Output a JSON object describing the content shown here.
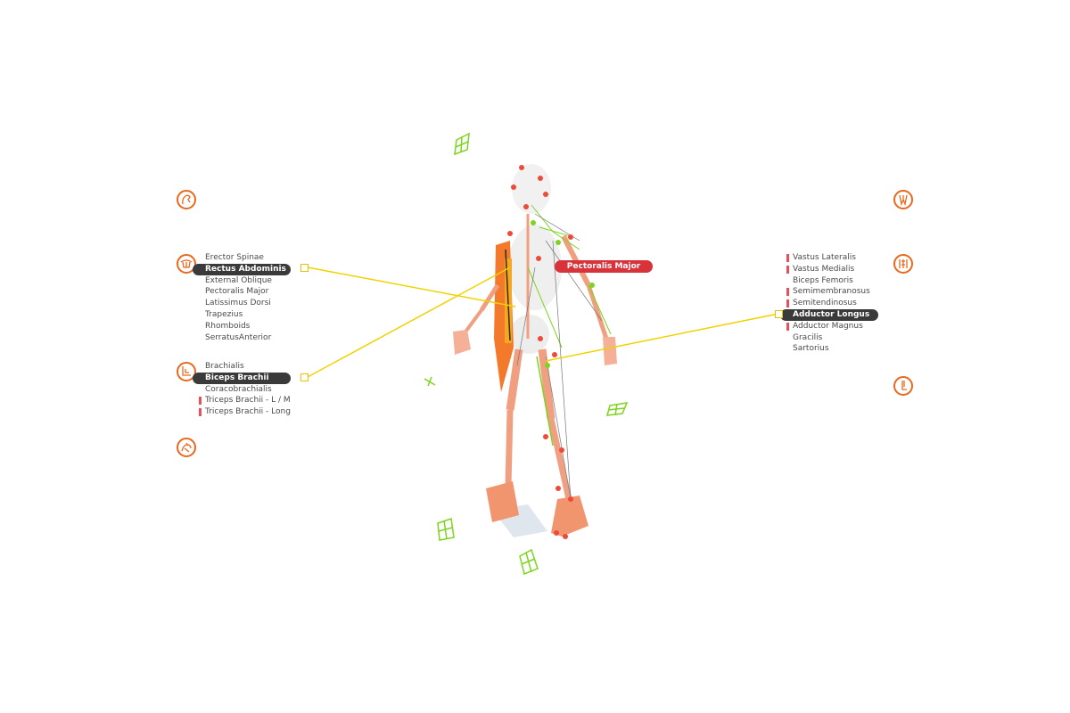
{
  "left_panel": {
    "torso_list": [
      {
        "label": "Erector Spinae",
        "flag": false,
        "selected": false
      },
      {
        "label": "Rectus Abdominis",
        "flag": false,
        "selected": true
      },
      {
        "label": "External Oblique",
        "flag": false,
        "selected": false
      },
      {
        "label": "Pectoralis Major",
        "flag": false,
        "selected": false
      },
      {
        "label": "Latissimus Dorsi",
        "flag": false,
        "selected": false
      },
      {
        "label": "Trapezius",
        "flag": false,
        "selected": false
      },
      {
        "label": "Rhomboids",
        "flag": false,
        "selected": false
      },
      {
        "label": "SerratusAnterior",
        "flag": false,
        "selected": false
      }
    ],
    "arm_list": [
      {
        "label": "Brachialis",
        "flag": false,
        "selected": false
      },
      {
        "label": "Biceps Brachii",
        "flag": false,
        "selected": true
      },
      {
        "label": "Coracobrachialis",
        "flag": false,
        "selected": false
      },
      {
        "label": "Triceps Brachii - L / M",
        "flag": true,
        "selected": false
      },
      {
        "label": "Triceps Brachii - Long",
        "flag": true,
        "selected": false
      }
    ]
  },
  "right_panel": {
    "leg_list": [
      {
        "label": "Vastus Lateralis",
        "flag": true,
        "selected": false
      },
      {
        "label": "Vastus Medialis",
        "flag": true,
        "selected": false
      },
      {
        "label": "Biceps Femoris",
        "flag": false,
        "selected": false
      },
      {
        "label": "Semimembranosus",
        "flag": true,
        "selected": false
      },
      {
        "label": "Semitendinosus",
        "flag": true,
        "selected": false
      },
      {
        "label": "Adductor Longus",
        "flag": false,
        "selected": true
      },
      {
        "label": "Adductor Magnus",
        "flag": true,
        "selected": false
      },
      {
        "label": "Gracilis",
        "flag": false,
        "selected": false
      },
      {
        "label": "Sartorius",
        "flag": false,
        "selected": false
      }
    ]
  },
  "callout": {
    "label": "Pectoralis Major"
  },
  "icons": {
    "left": [
      "neck-icon",
      "torso-icon",
      "arm-icon",
      "hip-icon"
    ],
    "right": [
      "thigh-front-icon",
      "thigh-back-icon",
      "lower-leg-icon"
    ]
  },
  "colors": {
    "accent": "#e8691e",
    "selected_bg": "#3a3a3a",
    "flag": "#e5505a",
    "callout_bg": "#d8333b",
    "connector_line": "#f0d200",
    "marker_green": "#7ed321",
    "bone_fill": "#f0a080"
  }
}
